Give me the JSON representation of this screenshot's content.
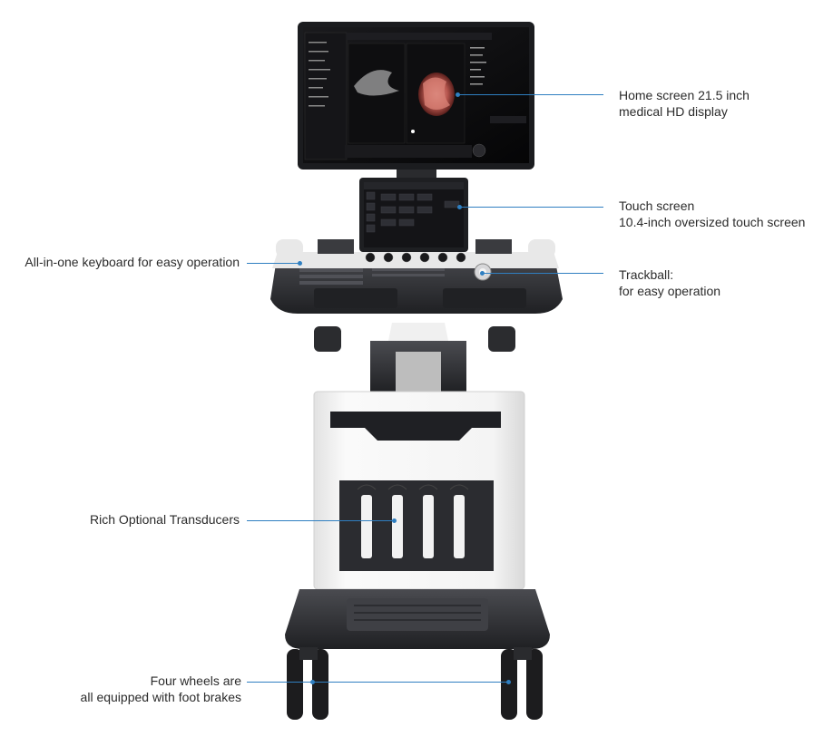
{
  "callouts": {
    "display": {
      "line1": "Home screen 21.5 inch",
      "line2": "medical HD display"
    },
    "touch": {
      "line1": "Touch screen",
      "line2": "10.4-inch oversized touch screen"
    },
    "keyboard": {
      "line1": "All-in-one keyboard for easy operation"
    },
    "trackball": {
      "line1": "Trackball:",
      "line2": "for easy operation"
    },
    "transducers": {
      "line1": "Rich Optional Transducers"
    },
    "wheels": {
      "line1": "Four wheels are",
      "line2": "all equipped with foot brakes"
    }
  },
  "colors": {
    "leader": "#2f7fc1",
    "body_dark": "#2e2f33",
    "body_light": "#f4f4f4",
    "screen": "#0c0c0e"
  }
}
